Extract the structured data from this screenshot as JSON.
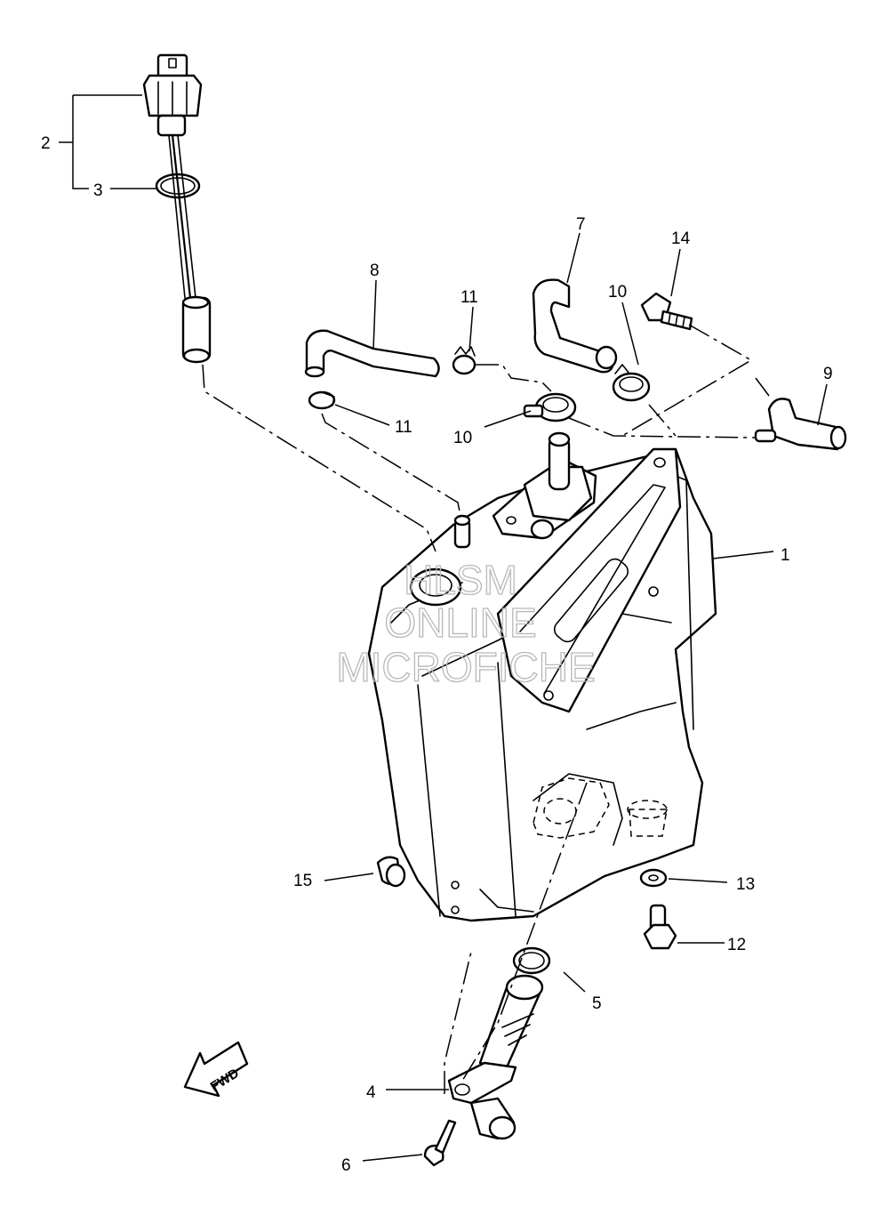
{
  "callouts": {
    "c1": "1",
    "c2": "2",
    "c3": "3",
    "c4": "4",
    "c5": "5",
    "c6": "6",
    "c7": "7",
    "c8": "8",
    "c9": "9",
    "c10a": "10",
    "c10b": "10",
    "c11a": "11",
    "c11b": "11",
    "c12": "12",
    "c13": "13",
    "c14": "14",
    "c15": "15"
  },
  "watermark": {
    "line1": "HLSM",
    "line2": "ONLINE",
    "line3": "MICROFICHE"
  },
  "fwd_label": "FWD"
}
